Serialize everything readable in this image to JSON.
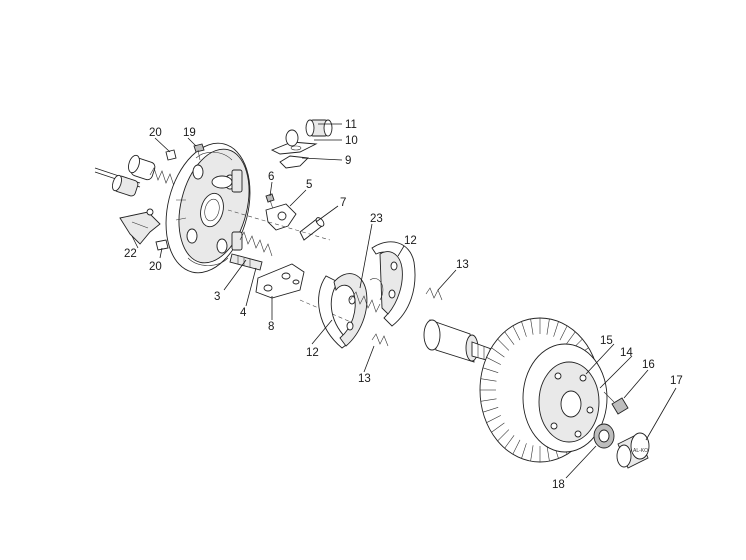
{
  "diagram": {
    "callouts": {
      "c3": "3",
      "c4": "4",
      "c5": "5",
      "c6": "6",
      "c7": "7",
      "c8": "8",
      "c9": "9",
      "c10": "10",
      "c11": "11",
      "c12a": "12",
      "c12b": "12",
      "c13a": "13",
      "c13b": "13",
      "c14": "14",
      "c15": "15",
      "c16": "16",
      "c17": "17",
      "c18": "18",
      "c19": "19",
      "c20a": "20",
      "c20b": "20",
      "c22": "22",
      "c23": "23"
    }
  }
}
